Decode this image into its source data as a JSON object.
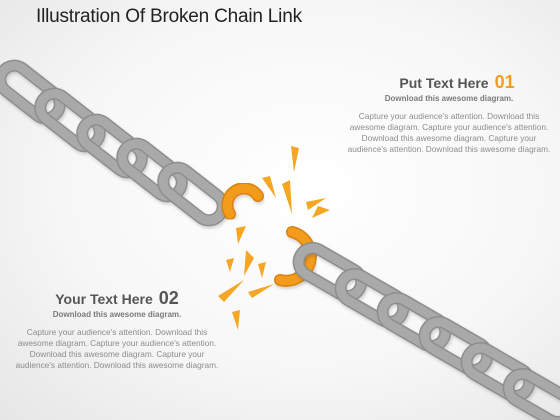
{
  "title": "Illustration  Of Broken Chain Link",
  "block1": {
    "heading": "Put Text Here",
    "number": "01",
    "subheading": "Download this awesome diagram.",
    "body": "Capture your  audience's attention.  Download this awesome diagram. Capture your audience's attention.  Download this awesome diagram. Capture your audience's attention.  Download this awesome diagram."
  },
  "block2": {
    "heading": "Your Text Here",
    "number": "02",
    "subheading": "Download this awesome diagram.",
    "body": "Capture your audience's attention.  Download this awesome diagram. Capture your audience's attention. Download this awesome diagram. Capture your audience's attention.  Download this awesome diagram."
  },
  "colors": {
    "chain": "#a6a6a6",
    "chain_edge": "#8e8e8e",
    "broken_link": "#f39c1f",
    "shards": "#f5a623",
    "number_accent": "#f39c1f"
  }
}
